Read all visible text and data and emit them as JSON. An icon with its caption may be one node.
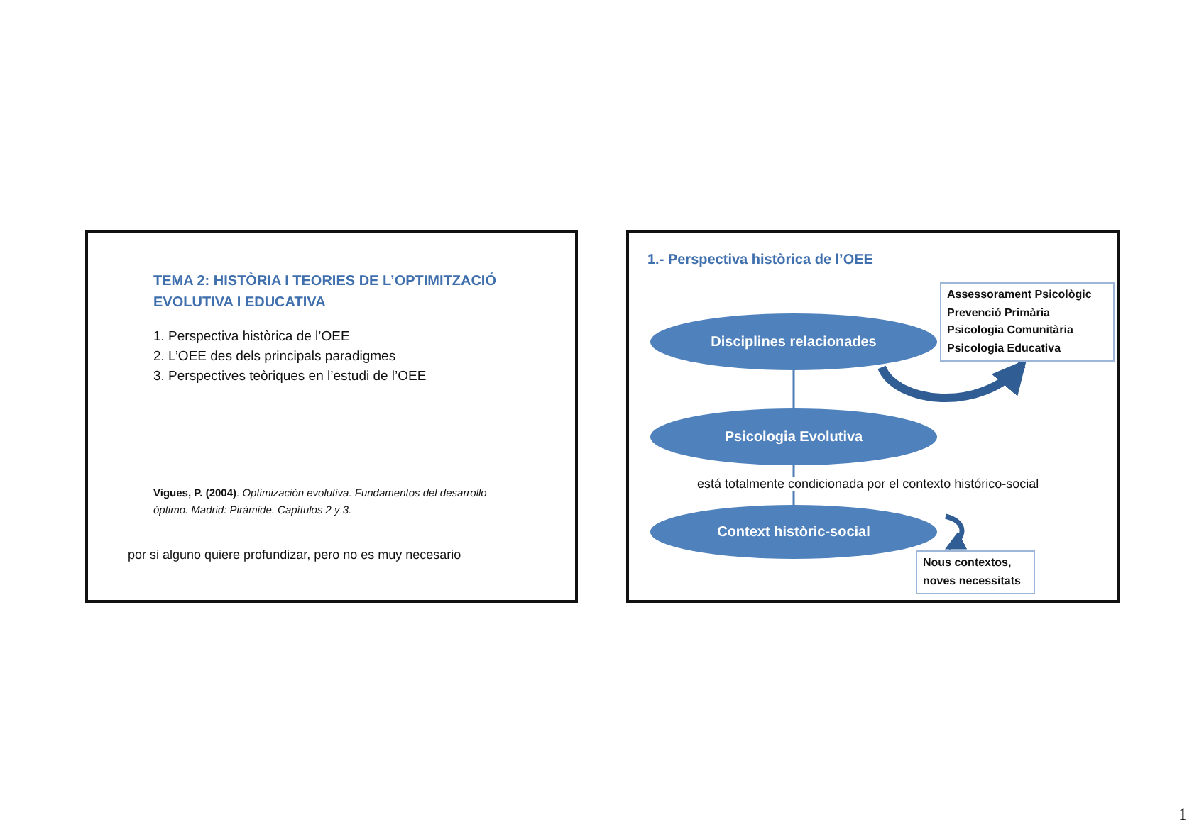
{
  "diagram": {
    "nodes": [
      {
        "text": [
          "TEMA 2: HISTÒRIA I TEORIES DE L’OPTIMITZACIÓ EVOLUTIVA I EDUCATIVA",
          "1. Perspectiva històrica de l’OEE",
          "2. L’OEE des dels principals paradigmes",
          "3. Perspectives teòriques en l’estudi de l’OEE",
          "**Vigues, P. (2004)**. *Optimización evolutiva. Fundamentos del desarrollo óptimo. Madrid: Pirámide. Capítulos 2 y 3.*",
          "por si alguno quiere profundizar, pero no es muy necesario"
        ]
      },
      {
        "text": [
          "1.- Perspectiva històrica de l’OEE"
        ]
      },
      {
        "text": [
          "Disciplines relacionades"
        ],
        "in": 1
      },
      {
        "text": [
          "Psicologia Evolutiva"
        ],
        "in": 1
      },
      {
        "text": [
          "Context històric-social"
        ],
        "in": 1
      },
      {
        "text": [
          "Assessorament Psicològic",
          "Prevenció Primària",
          "Psicologia Comunitària",
          "Psicologia Educativa"
        ],
        "in": 1
      },
      {
        "text": [
          "Nous contextos, noves necessitats"
        ],
        "in": 1
      }
    ],
    "edges": [
      {
        "from": 2,
        "to": 3,
        "arrow": "none"
      },
      {
        "from": 3,
        "to": 4,
        "arrow": "none",
        "label": "está totalmente condicionada por el contexto histórico-social"
      },
      {
        "from": 2,
        "to": 5,
        "arrow": "to",
        "style": "thick"
      },
      {
        "from": 4,
        "to": 6,
        "arrow": "to",
        "style": "thick"
      }
    ],
    "labels": [
      "1"
    ]
  }
}
